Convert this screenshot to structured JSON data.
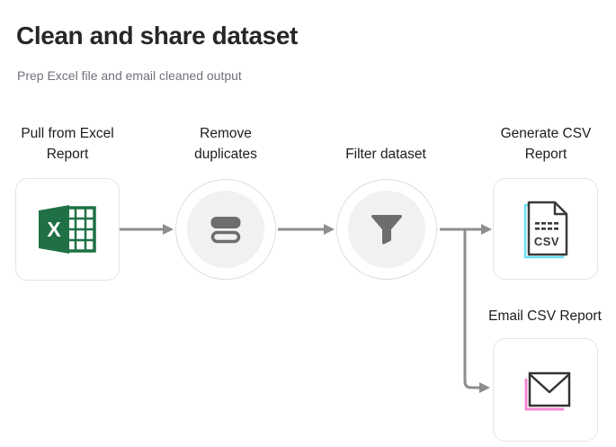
{
  "header": {
    "title": "Clean and share dataset",
    "subtitle": "Prep Excel file and email cleaned output"
  },
  "workflow": {
    "nodes": [
      {
        "id": "pull-from-excel-report",
        "label": "Pull from Excel Report",
        "shape": "card",
        "icon": "excel-icon",
        "icon_text": "X"
      },
      {
        "id": "remove-duplicates",
        "label": "Remove duplicates",
        "shape": "circle",
        "icon": "duplicates-icon"
      },
      {
        "id": "filter-dataset",
        "label": "Filter dataset",
        "shape": "circle",
        "icon": "funnel-icon"
      },
      {
        "id": "generate-csv-report",
        "label": "Generate CSV Report",
        "shape": "card",
        "icon": "csv-file-icon",
        "icon_text": "CSV"
      },
      {
        "id": "email-csv-report",
        "label": "Email CSV Report",
        "shape": "card",
        "icon": "envelope-icon"
      }
    ],
    "connections": [
      {
        "from": "pull-from-excel-report",
        "to": "remove-duplicates"
      },
      {
        "from": "remove-duplicates",
        "to": "filter-dataset"
      },
      {
        "from": "filter-dataset",
        "to": "generate-csv-report"
      },
      {
        "from": "filter-dataset",
        "to": "email-csv-report"
      }
    ]
  },
  "colors": {
    "excel_green": "#1f7145",
    "csv_shadow_cyan": "#6ae1f3",
    "email_shadow_pink": "#f487d5",
    "connector_gray": "#8e8e8e",
    "icon_gray": "#6d6d6d",
    "card_border": "#e4e4e4",
    "circle_inner_fill": "#f1f1f1"
  }
}
